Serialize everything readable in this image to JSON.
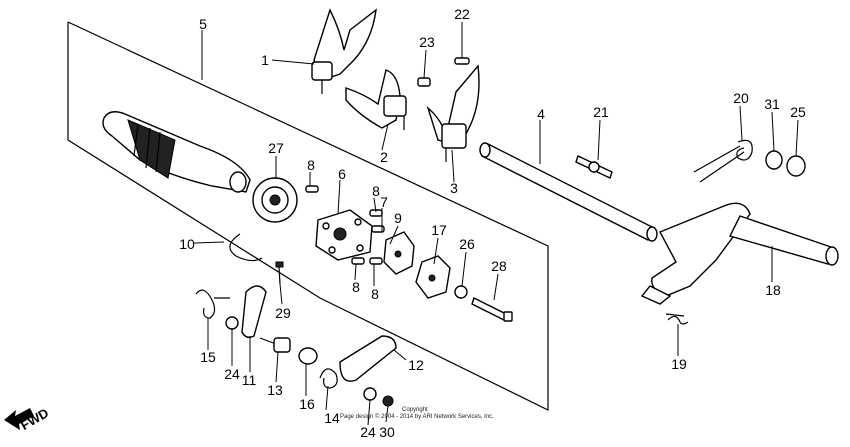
{
  "callouts": {
    "c1": "1",
    "c2": "2",
    "c3": "3",
    "c4": "4",
    "c5": "5",
    "c6": "6",
    "c7": "7",
    "c8a": "8",
    "c8b": "8",
    "c8c": "8",
    "c8d": "8",
    "c9": "9",
    "c10": "10",
    "c11": "11",
    "c12": "12",
    "c13": "13",
    "c14": "14",
    "c15": "15",
    "c16": "16",
    "c17": "17",
    "c18": "18",
    "c19": "19",
    "c20": "20",
    "c21": "21",
    "c22": "22",
    "c23": "23",
    "c24a": "24",
    "c24b": "24",
    "c25": "25",
    "c26": "26",
    "c27": "27",
    "c28": "28",
    "c29": "29",
    "c30": "30",
    "c31": "31"
  },
  "direction_label": "FWD",
  "copyright": {
    "line1": "Copyright",
    "line2": "Page design © 2004 - 2014 by ARI Network Services, Inc."
  }
}
